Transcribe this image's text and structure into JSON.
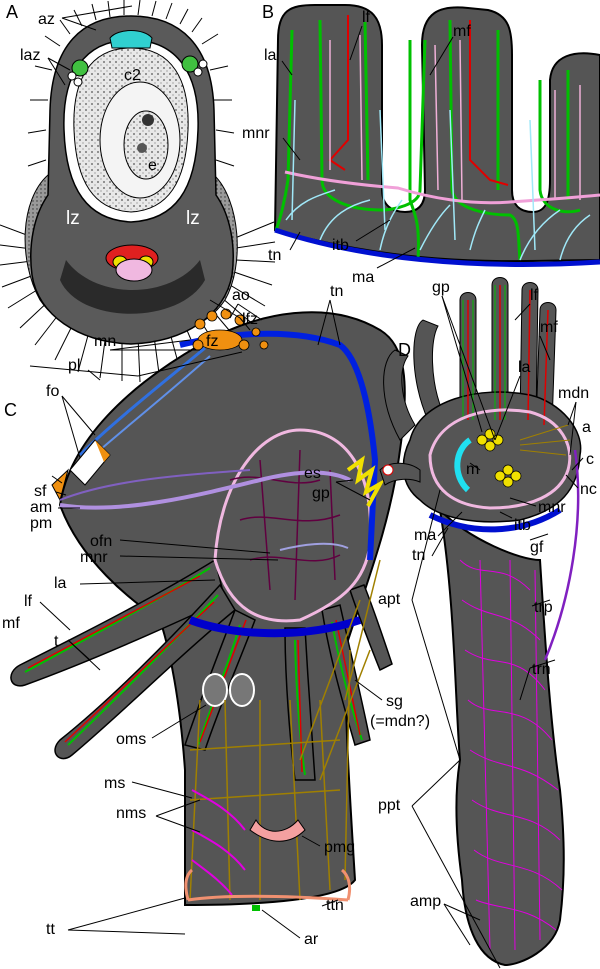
{
  "panels": {
    "a": "A",
    "b": "B",
    "c": "C",
    "d": "D"
  },
  "labels": {
    "a": {
      "az": "az",
      "laz": "laz",
      "c2": "c2",
      "e": "e",
      "lz_left": "lz",
      "lz_right": "lz",
      "lfz": "lfz",
      "fz": "fz"
    },
    "b": {
      "lf": "lf",
      "mf": "mf",
      "la": "la",
      "mnr": "mnr",
      "tn": "tn",
      "itb": "itb",
      "ma": "ma"
    },
    "c": {
      "ao": "ao",
      "tn": "tn",
      "mn": "mn",
      "pl": "pl",
      "fo": "fo",
      "sf": "sf",
      "am": "am",
      "pm": "pm",
      "es": "es",
      "gp": "gp",
      "ofn": "ofn",
      "mnr": "mnr",
      "la": "la",
      "lf": "lf",
      "mf": "mf",
      "t": "t",
      "sg": "sg",
      "sg_note": "(=mdn?)",
      "oms": "oms",
      "ms": "ms",
      "nms": "nms",
      "pmg": "pmg",
      "tt": "tt",
      "ttn": "ttn",
      "ar": "ar"
    },
    "d": {
      "gp": "gp",
      "lf": "lf",
      "mf": "mf",
      "la": "la",
      "mdn": "mdn",
      "a": "a",
      "c": "c",
      "m": "m",
      "nc": "nc",
      "mnr": "mnr",
      "ma": "ma",
      "tn": "tn",
      "itb": "itb",
      "gf": "gf",
      "trp": "trp",
      "apt": "apt",
      "trn": "trn",
      "ppt": "ppt",
      "amp": "amp"
    }
  },
  "colors": {
    "body": "#555555",
    "outline": "#000000",
    "lf": "#e00000",
    "mf": "#f0d8e0",
    "la": "#00c000",
    "tn": "#0000cc",
    "mnr": "#f0a0d8",
    "itb": "#a0e8f8",
    "ao": "#f09010",
    "mn": "#3070e0",
    "pm": "#b090e0",
    "sg": "#a08000",
    "nms": "#e000e0",
    "pmg": "#f4a0a0",
    "ttn": "#f09070",
    "ar": "#00c000",
    "gp": "#f0e000",
    "es": "#600040"
  }
}
